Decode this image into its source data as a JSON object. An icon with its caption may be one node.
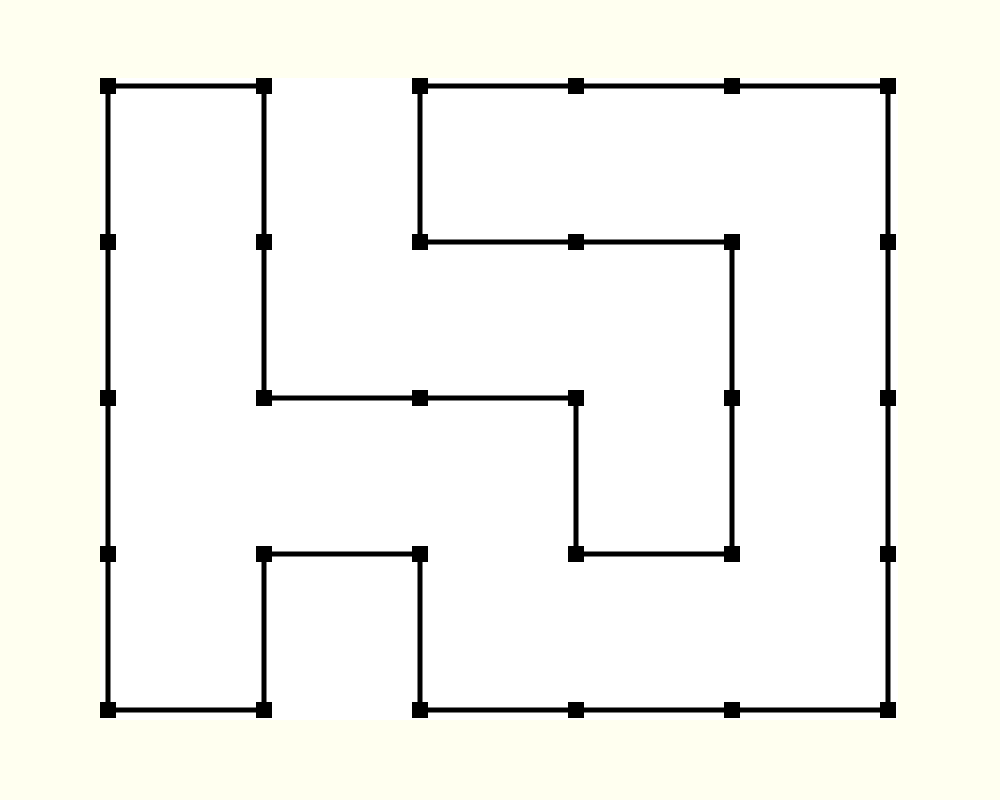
{
  "diagram": {
    "nodes": [
      {
        "text": [],
        "shape": "box"
      },
      {
        "text": [],
        "shape": "box"
      },
      {
        "text": [],
        "shape": "box"
      },
      {
        "text": [],
        "shape": "box"
      },
      {
        "text": [],
        "shape": "box"
      },
      {
        "text": [],
        "shape": "box"
      },
      {
        "text": [],
        "shape": "box"
      },
      {
        "text": [],
        "shape": "box"
      },
      {
        "text": [],
        "shape": "box"
      },
      {
        "text": [],
        "shape": "box"
      },
      {
        "text": [],
        "shape": "box"
      },
      {
        "text": [],
        "shape": "box"
      },
      {
        "text": [],
        "shape": "box"
      },
      {
        "text": [],
        "shape": "box"
      },
      {
        "text": [],
        "shape": "box"
      },
      {
        "text": [],
        "shape": "box"
      },
      {
        "text": [],
        "shape": "box"
      },
      {
        "text": [],
        "shape": "box"
      },
      {
        "text": [],
        "shape": "box"
      },
      {
        "text": [],
        "shape": "box"
      },
      {
        "text": [],
        "shape": "box"
      },
      {
        "text": [],
        "shape": "box"
      },
      {
        "text": [],
        "shape": "box"
      },
      {
        "text": [],
        "shape": "box"
      },
      {
        "text": [],
        "shape": "box"
      },
      {
        "text": [],
        "shape": "box"
      },
      {
        "text": [],
        "shape": "box"
      },
      {
        "text": [],
        "shape": "box"
      },
      {
        "text": [],
        "shape": "box"
      },
      {
        "text": [],
        "shape": "box"
      }
    ],
    "edges": [
      {
        "from": 0,
        "to": 1,
        "arrow": "none"
      },
      {
        "from": 1,
        "to": 7,
        "arrow": "none"
      },
      {
        "from": 7,
        "to": 13,
        "arrow": "none"
      },
      {
        "from": 13,
        "to": 14,
        "arrow": "none"
      },
      {
        "from": 14,
        "to": 15,
        "arrow": "none"
      },
      {
        "from": 15,
        "to": 21,
        "arrow": "none"
      },
      {
        "from": 21,
        "to": 22,
        "arrow": "none"
      },
      {
        "from": 22,
        "to": 16,
        "arrow": "none"
      },
      {
        "from": 16,
        "to": 10,
        "arrow": "none"
      },
      {
        "from": 10,
        "to": 9,
        "arrow": "none"
      },
      {
        "from": 9,
        "to": 8,
        "arrow": "none"
      },
      {
        "from": 8,
        "to": 2,
        "arrow": "none"
      },
      {
        "from": 2,
        "to": 3,
        "arrow": "none"
      },
      {
        "from": 3,
        "to": 4,
        "arrow": "none"
      },
      {
        "from": 4,
        "to": 5,
        "arrow": "none"
      },
      {
        "from": 5,
        "to": 11,
        "arrow": "none"
      },
      {
        "from": 11,
        "to": 17,
        "arrow": "none"
      },
      {
        "from": 17,
        "to": 23,
        "arrow": "none"
      },
      {
        "from": 23,
        "to": 29,
        "arrow": "none"
      },
      {
        "from": 29,
        "to": 28,
        "arrow": "none"
      },
      {
        "from": 28,
        "to": 27,
        "arrow": "none"
      },
      {
        "from": 27,
        "to": 26,
        "arrow": "none"
      },
      {
        "from": 26,
        "to": 20,
        "arrow": "none"
      },
      {
        "from": 20,
        "to": 19,
        "arrow": "none"
      },
      {
        "from": 19,
        "to": 25,
        "arrow": "none"
      },
      {
        "from": 25,
        "to": 24,
        "arrow": "none"
      },
      {
        "from": 24,
        "to": 18,
        "arrow": "none"
      },
      {
        "from": 18,
        "to": 12,
        "arrow": "none"
      },
      {
        "from": 12,
        "to": 6,
        "arrow": "none"
      },
      {
        "from": 6,
        "to": 0,
        "arrow": "none"
      }
    ]
  }
}
